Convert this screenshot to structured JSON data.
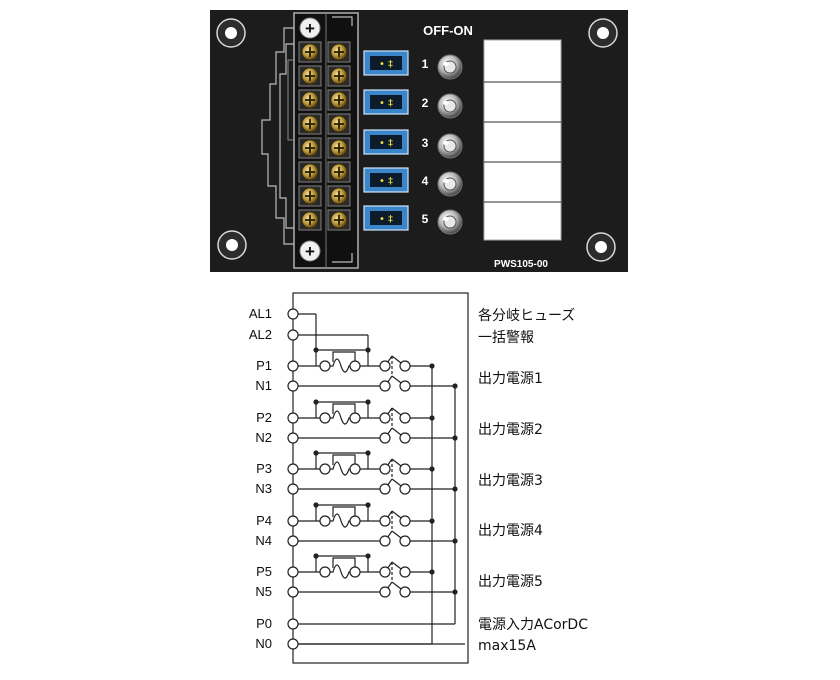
{
  "panel": {
    "header": "OFF-ON",
    "model": "PWS105-00",
    "plus_symbol": "+",
    "fuse_mark": "• ‡",
    "channels": [
      "1",
      "2",
      "3",
      "4",
      "5"
    ]
  },
  "diagram": {
    "pins": [
      "AL1",
      "AL2",
      "P1",
      "N1",
      "P2",
      "N2",
      "P3",
      "N3",
      "P4",
      "N4",
      "P5",
      "N5",
      "P0",
      "N0"
    ],
    "alarm_label_line1": "各分岐ヒューズ",
    "alarm_label_line2": "一括警報",
    "outputs": [
      "出力電源1",
      "出力電源2",
      "出力電源3",
      "出力電源4",
      "出力電源5"
    ],
    "input_label_line1": "電源入力ACorDC",
    "input_label_line2": "max15A"
  }
}
